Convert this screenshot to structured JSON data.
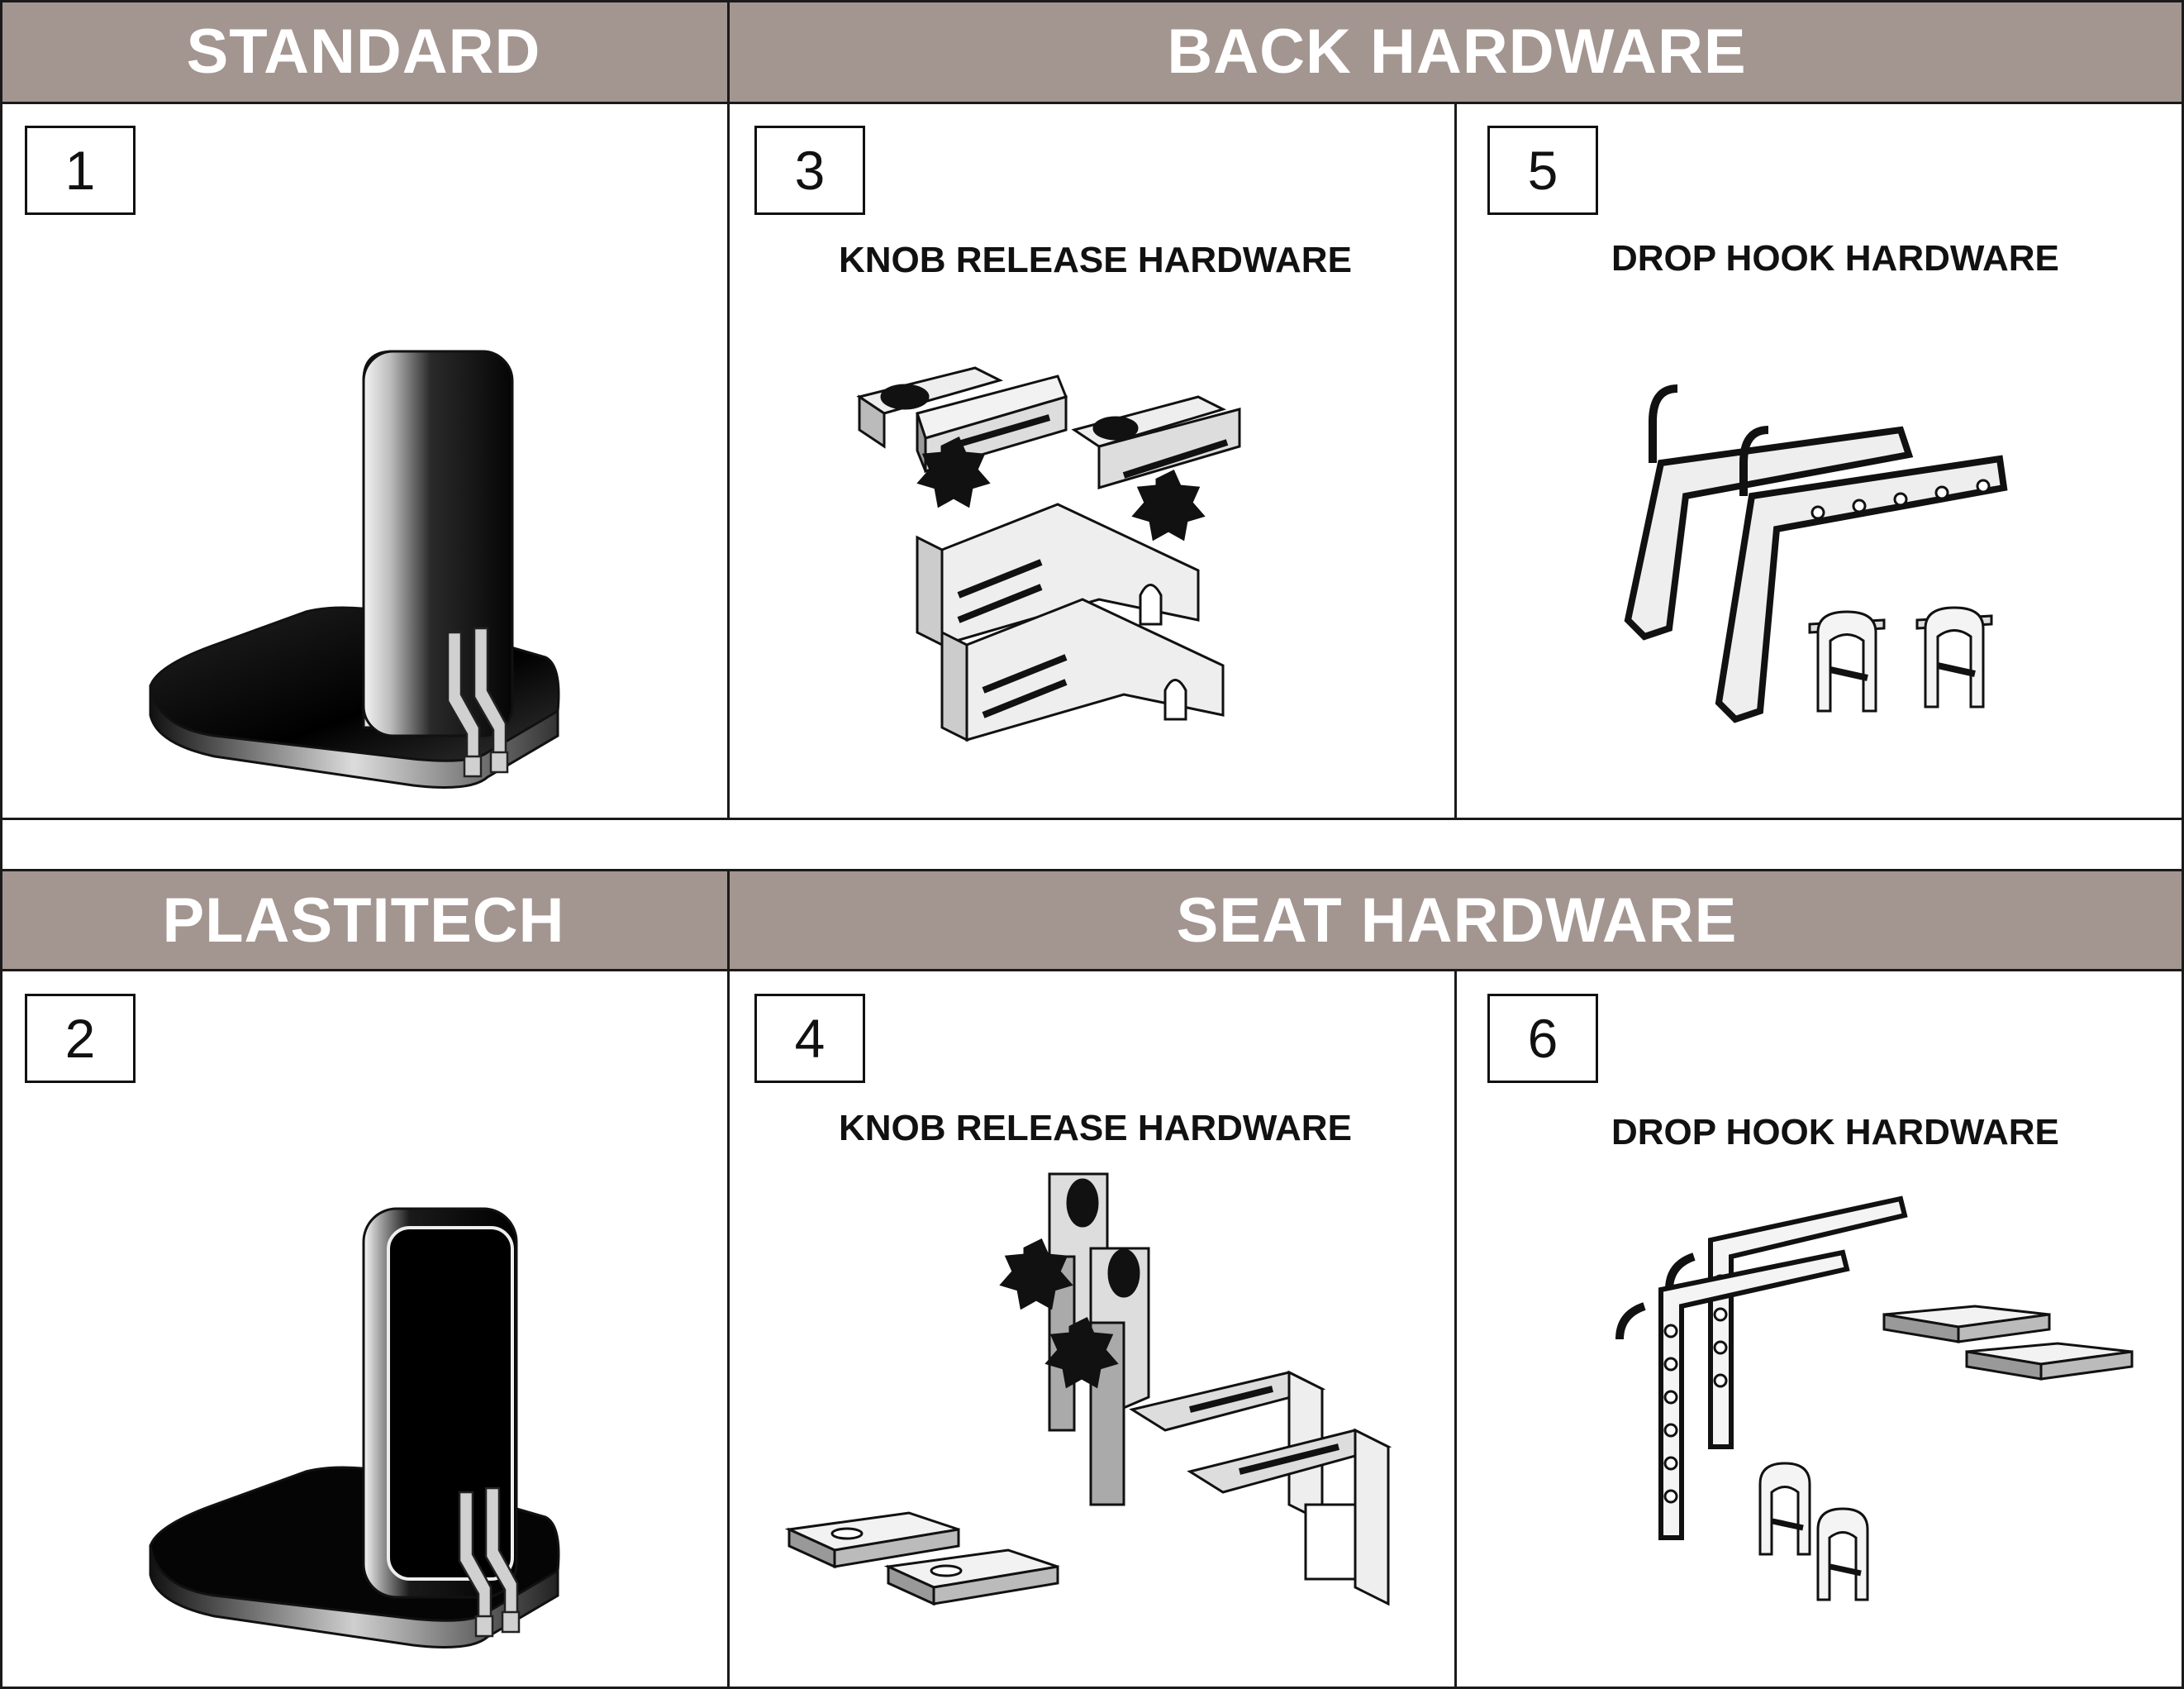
{
  "headers": {
    "standard": "STANDARD",
    "back_hardware": "BACK HARDWARE",
    "plastitech": "PLASTITECH",
    "seat_hardware": "SEAT HARDWARE"
  },
  "panels": [
    {
      "number": "1",
      "caption": ""
    },
    {
      "number": "3",
      "caption": "KNOB RELEASE HARDWARE"
    },
    {
      "number": "5",
      "caption": "DROP HOOK  HARDWARE"
    },
    {
      "number": "2",
      "caption": ""
    },
    {
      "number": "4",
      "caption": "KNOB RELEASE HARDWARE"
    },
    {
      "number": "6",
      "caption": "DROP HOOK  HARDWARE"
    }
  ],
  "colors": {
    "header_bg": "#a39590",
    "header_text": "#ffffff",
    "grid_lines": "#1a1a1a"
  }
}
